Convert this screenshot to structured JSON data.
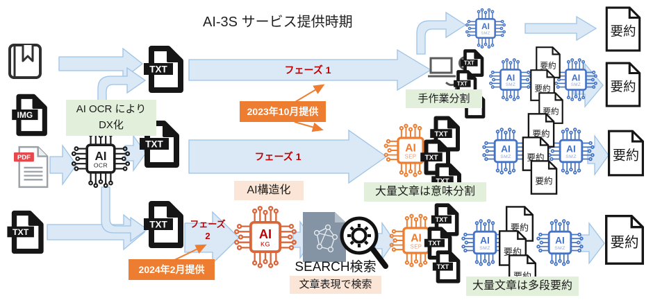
{
  "title": "AI-3S サービス提供時期",
  "colors": {
    "arrow_fill": "#dbe9f7",
    "arrow_stroke": "#9dc3e6",
    "label_green": "#e2efda",
    "label_peach": "#fbe5d6",
    "callout_orange": "#ed7d31",
    "phase_red": "#c00000",
    "chip_blue": "#4472c4",
    "chip_orange": "#ed7d31",
    "chip_kg": "#d9663b",
    "chip_black": "#1d1d1d",
    "search_doc_gray": "#8494a5",
    "pdf_badge_red": "#e5484d"
  },
  "sources": {
    "img_badge": "IMG",
    "pdf_badge": "PDF",
    "txt_badge": "TXT"
  },
  "files": {
    "txt": "TXT",
    "summary": "要約"
  },
  "chips": {
    "ocr": {
      "main": "AI",
      "sub": "OCR"
    },
    "kg": {
      "main": "AI",
      "sub": "KG"
    },
    "sep": {
      "main": "AI",
      "sub": "SEP"
    },
    "smz": {
      "main": "AI",
      "sub": "SMZ"
    }
  },
  "phases": {
    "p1": "フェーズ 1",
    "p2_l1": "フェーズ",
    "p2_l2": "2"
  },
  "callouts": {
    "oct2023": "2023年10月提供",
    "feb2024": "2024年2月提供"
  },
  "labels": {
    "ocr_dx_l1": "AI OCR により",
    "ocr_dx_l2": "DX化",
    "ai_structuring": "AI構造化",
    "manual_split": "手作業分割",
    "semantic_split": "大量文章は意味分割",
    "multistage_summary": "大量文章は多段要約",
    "search_title": "SEARCH検索",
    "search_sub": "文章表現で検索"
  }
}
